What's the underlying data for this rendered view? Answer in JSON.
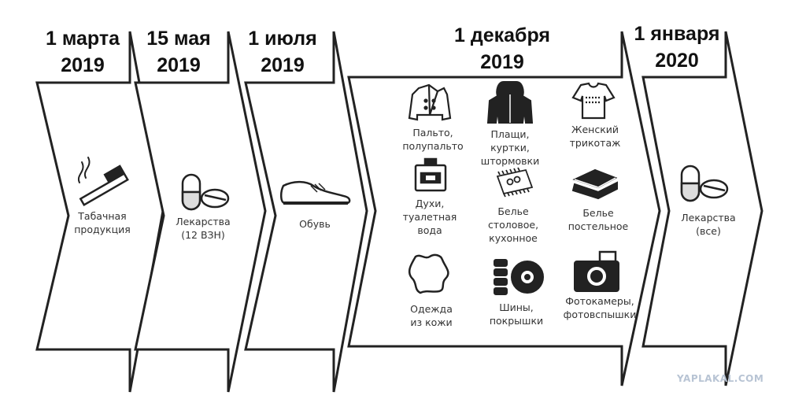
{
  "stages": [
    {
      "date_line1": "1 марта",
      "date_line2": "2019",
      "items": [
        {
          "icon": "cigarette-icon",
          "label": [
            "Табачная",
            "продукция"
          ]
        }
      ]
    },
    {
      "date_line1": "15 мая",
      "date_line2": "2019",
      "items": [
        {
          "icon": "pills-icon",
          "label": [
            "Лекарства",
            "(12 ВЗН)"
          ]
        }
      ]
    },
    {
      "date_line1": "1 июля",
      "date_line2": "2019",
      "items": [
        {
          "icon": "shoe-icon",
          "label": [
            "Обувь"
          ]
        }
      ]
    },
    {
      "date_line1": "1 декабря",
      "date_line2": "2019",
      "items": [
        {
          "icon": "coat-icon",
          "label": [
            "Пальто,",
            "полупальто"
          ]
        },
        {
          "icon": "jacket-icon",
          "label": [
            "Плащи,",
            "куртки,",
            "штормовки"
          ]
        },
        {
          "icon": "blouse-icon",
          "label": [
            "Женский",
            "трикотаж"
          ]
        },
        {
          "icon": "perfume-icon",
          "label": [
            "Духи,",
            "туалетная",
            "вода"
          ]
        },
        {
          "icon": "towel-icon",
          "label": [
            "Белье",
            "столовое,",
            "кухонное"
          ]
        },
        {
          "icon": "bedding-icon",
          "label": [
            "Белье",
            "постельное"
          ]
        },
        {
          "icon": "leather-icon",
          "label": [
            "Одежда",
            "из кожи"
          ]
        },
        {
          "icon": "tires-icon",
          "label": [
            "Шины,",
            "покрышки"
          ]
        },
        {
          "icon": "camera-icon",
          "label": [
            "Фотокамеры,",
            "фотовспышки"
          ]
        }
      ]
    },
    {
      "date_line1": "1 января",
      "date_line2": "2020",
      "items": [
        {
          "icon": "pills-icon",
          "label": [
            "Лекарства",
            "(все)"
          ]
        }
      ]
    }
  ],
  "watermark": "YAPLAKAL.COM",
  "colors": {
    "outline": "#222222",
    "background": "#ffffff",
    "text": "#333333",
    "watermark": "#b8c4d4"
  }
}
